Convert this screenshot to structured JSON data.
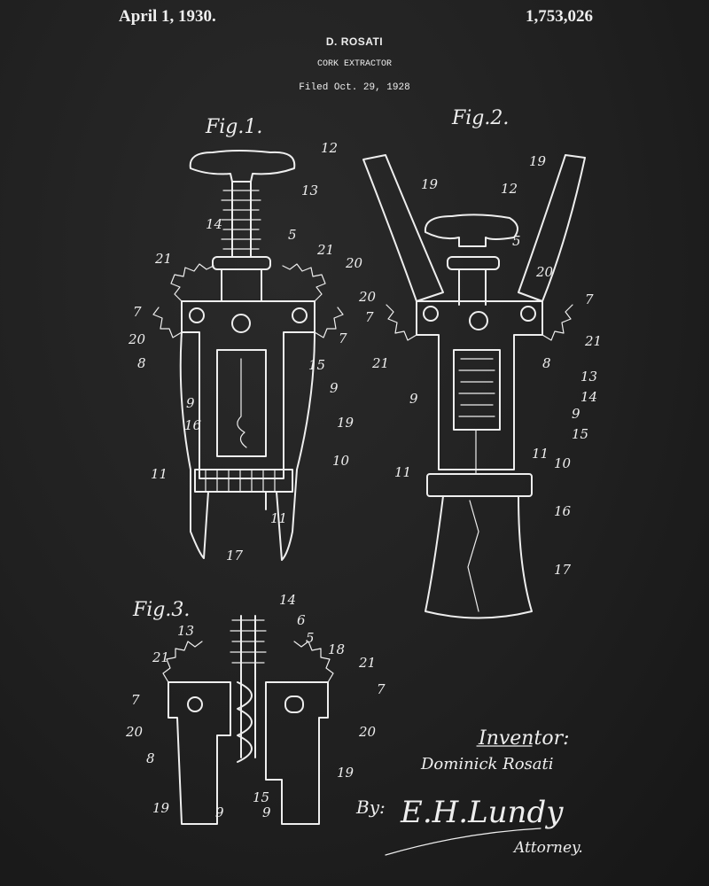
{
  "header": {
    "date": "April 1, 1930.",
    "inventor_name": "D. ROSATI",
    "title": "CORK EXTRACTOR",
    "filed": "Filed Oct. 29, 1928",
    "patent_number": "1,753,026"
  },
  "figures": [
    {
      "label": "Fig.1.",
      "refs": [
        "12",
        "13",
        "14",
        "5",
        "21",
        "21",
        "20",
        "7",
        "7",
        "20",
        "8",
        "15",
        "9",
        "9",
        "16",
        "19",
        "11",
        "10",
        "11",
        "17"
      ]
    },
    {
      "label": "Fig.2.",
      "refs": [
        "19",
        "12",
        "19",
        "5",
        "20",
        "7",
        "20",
        "7",
        "21",
        "21",
        "8",
        "13",
        "14",
        "9",
        "9",
        "15",
        "11",
        "11",
        "10",
        "16",
        "17"
      ]
    },
    {
      "label": "Fig.3.",
      "refs": [
        "14",
        "13",
        "6",
        "5",
        "18",
        "21",
        "21",
        "7",
        "7",
        "20",
        "20",
        "8",
        "19",
        "19",
        "9",
        "15",
        "9"
      ]
    }
  ],
  "signature": {
    "inventor_label": "Inventor:",
    "inventor": "Dominick Rosati",
    "by": "By:",
    "attorney_signature": "E.H.Lundy",
    "attorney_label": "Attorney."
  }
}
